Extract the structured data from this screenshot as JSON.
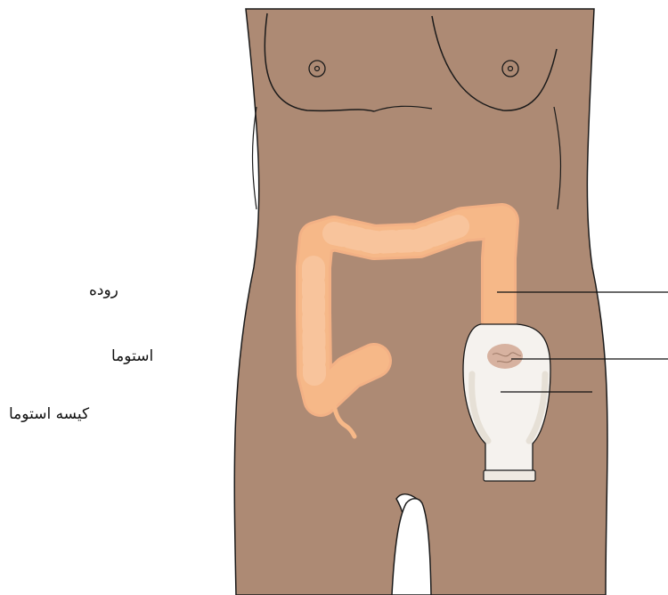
{
  "labels": {
    "intestine": "روده",
    "stoma": "استوما",
    "stoma_bag": "کیسه استوما"
  },
  "colors": {
    "skin": "#ad8a74",
    "outline": "#1a1a1a",
    "colon": "#f6b888",
    "stoma": "#d7b2a0",
    "bag": "#f5f2ee",
    "leader": "#111111"
  }
}
